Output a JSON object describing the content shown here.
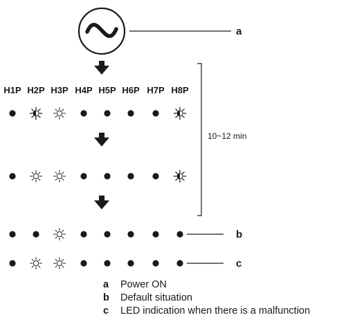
{
  "symbol": {
    "name": "ac-power-icon",
    "callout": "a"
  },
  "led_headers": [
    "H1P",
    "H2P",
    "H3P",
    "H4P",
    "H5P",
    "H6P",
    "H7P",
    "H8P"
  ],
  "led_rows": [
    {
      "states": [
        "on",
        "blink",
        "off",
        "on",
        "on",
        "on",
        "on",
        "blink"
      ]
    },
    {
      "states": [
        "on",
        "off",
        "off",
        "on",
        "on",
        "on",
        "on",
        "blink"
      ]
    },
    {
      "states": [
        "on",
        "on",
        "off",
        "on",
        "on",
        "on",
        "on",
        "on"
      ],
      "callout": "b"
    },
    {
      "states": [
        "on",
        "off",
        "off",
        "on",
        "on",
        "on",
        "on",
        "on"
      ],
      "callout": "c"
    }
  ],
  "duration_label": "10~12 min",
  "legend": [
    {
      "key": "a",
      "text": "Power ON"
    },
    {
      "key": "b",
      "text": "Default situation"
    },
    {
      "key": "c",
      "text": "LED indication when there is a malfunction"
    }
  ],
  "colors": {
    "ink": "#1a1a1a",
    "background": "#ffffff"
  }
}
